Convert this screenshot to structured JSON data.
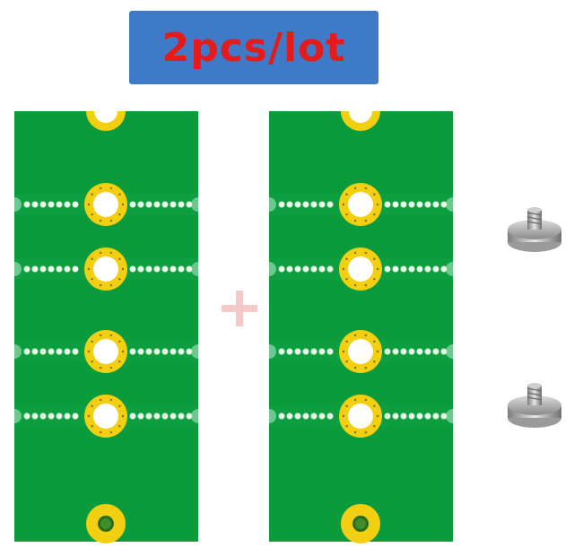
{
  "banner": {
    "text": "2pcs/lot",
    "bg_color": "#3f7ac9",
    "text_color": "#e51b1b"
  },
  "product": {
    "board_count": 2,
    "screw_count": 2,
    "board_color": "#0b9a3c",
    "pad_color": "#f3cf12",
    "separator_symbol": "plus-icon"
  }
}
